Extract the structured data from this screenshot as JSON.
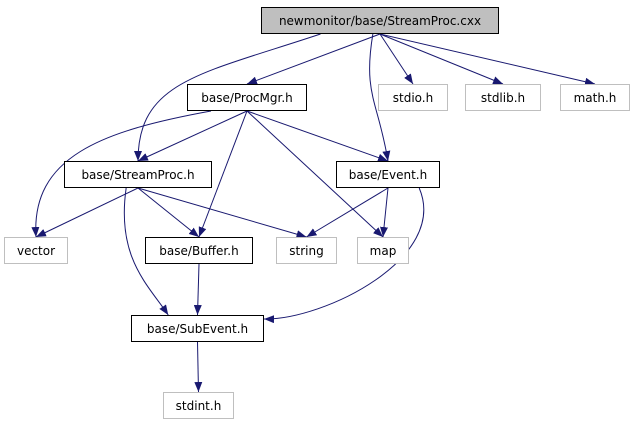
{
  "colors": {
    "edge": "#191970",
    "root_fill": "#bfbfbf",
    "node_border": "#000000",
    "external_border": "#bfbfbf",
    "background": "#ffffff"
  },
  "nodes": {
    "root": "newmonitor/base/StreamProc.cxx",
    "procmgr": "base/ProcMgr.h",
    "stdio": "stdio.h",
    "stdlib": "stdlib.h",
    "math": "math.h",
    "streamproc": "base/StreamProc.h",
    "event": "base/Event.h",
    "vector": "vector",
    "buffer": "base/Buffer.h",
    "string": "string",
    "map": "map",
    "subevent": "base/SubEvent.h",
    "stdint": "stdint.h"
  },
  "edges": [
    [
      "root",
      "procmgr"
    ],
    [
      "root",
      "streamproc"
    ],
    [
      "root",
      "event"
    ],
    [
      "root",
      "stdio"
    ],
    [
      "root",
      "stdlib"
    ],
    [
      "root",
      "math"
    ],
    [
      "procmgr",
      "vector"
    ],
    [
      "procmgr",
      "streamproc"
    ],
    [
      "procmgr",
      "buffer"
    ],
    [
      "procmgr",
      "map"
    ],
    [
      "procmgr",
      "event"
    ],
    [
      "streamproc",
      "vector"
    ],
    [
      "streamproc",
      "buffer"
    ],
    [
      "streamproc",
      "string"
    ],
    [
      "streamproc",
      "subevent"
    ],
    [
      "event",
      "string"
    ],
    [
      "event",
      "map"
    ],
    [
      "event",
      "subevent"
    ],
    [
      "buffer",
      "subevent"
    ],
    [
      "subevent",
      "stdint"
    ]
  ]
}
